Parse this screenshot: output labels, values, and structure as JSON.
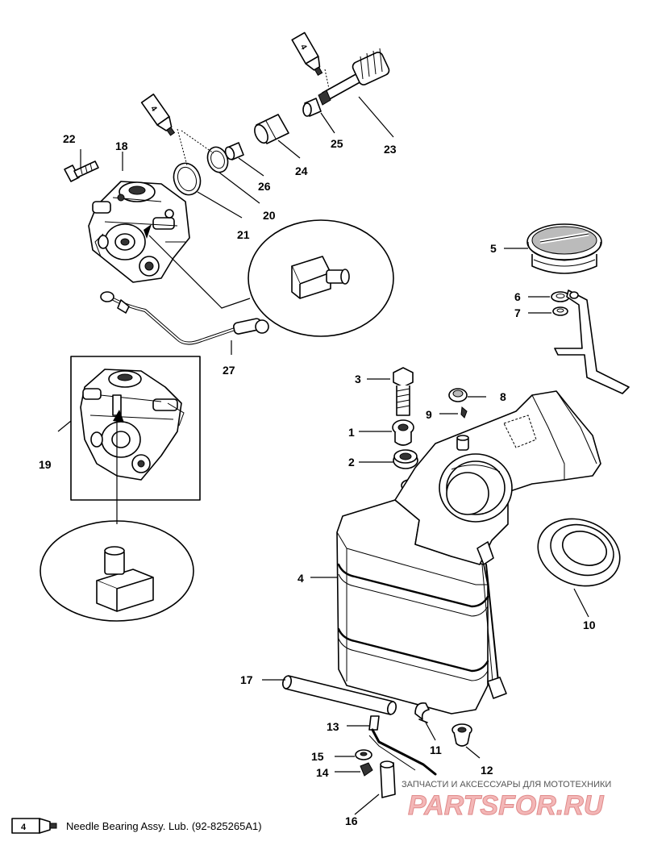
{
  "callouts": [
    {
      "id": "c1",
      "label": "1"
    },
    {
      "id": "c2",
      "label": "2"
    },
    {
      "id": "c3",
      "label": "3"
    },
    {
      "id": "c4",
      "label": "4"
    },
    {
      "id": "c5",
      "label": "5"
    },
    {
      "id": "c6",
      "label": "6"
    },
    {
      "id": "c7",
      "label": "7"
    },
    {
      "id": "c8",
      "label": "8"
    },
    {
      "id": "c9",
      "label": "9"
    },
    {
      "id": "c10",
      "label": "10"
    },
    {
      "id": "c11",
      "label": "11"
    },
    {
      "id": "c12",
      "label": "12"
    },
    {
      "id": "c13",
      "label": "13"
    },
    {
      "id": "c14",
      "label": "14"
    },
    {
      "id": "c15",
      "label": "15"
    },
    {
      "id": "c16",
      "label": "16"
    },
    {
      "id": "c17",
      "label": "17"
    },
    {
      "id": "c18",
      "label": "18"
    },
    {
      "id": "c19",
      "label": "19"
    },
    {
      "id": "c20",
      "label": "20"
    },
    {
      "id": "c21",
      "label": "21"
    },
    {
      "id": "c22",
      "label": "22"
    },
    {
      "id": "c23",
      "label": "23"
    },
    {
      "id": "c24",
      "label": "24"
    },
    {
      "id": "c25",
      "label": "25"
    },
    {
      "id": "c26",
      "label": "26"
    },
    {
      "id": "c27",
      "label": "27"
    }
  ],
  "tube_marker": "4",
  "legend": {
    "marker": "4",
    "text": "Needle Bearing Assy. Lub. (92-825265A1)"
  },
  "watermark": {
    "small": "ЗАПЧАСТИ И АКСЕССУАРЫ ДЛЯ МОТОТЕХНИКИ",
    "logo": "PARTSFOR.RU"
  }
}
